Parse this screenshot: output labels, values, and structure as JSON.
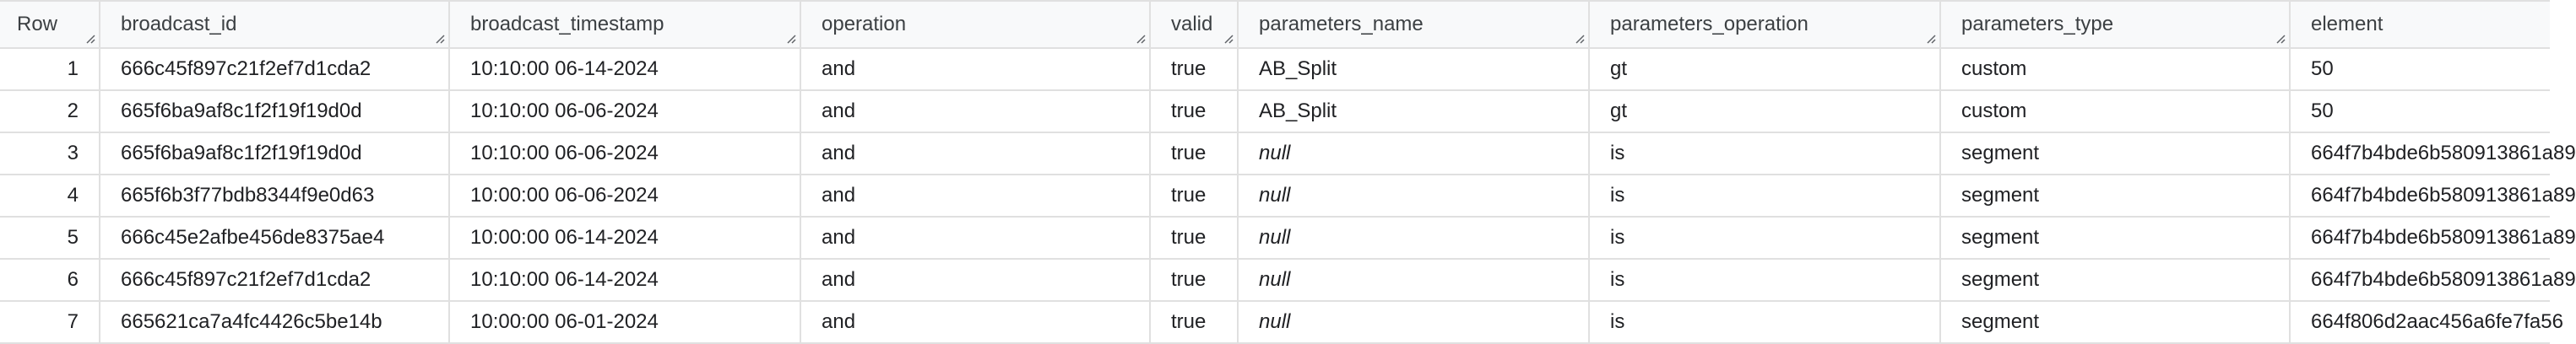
{
  "columns": [
    {
      "key": "row",
      "label": "Row"
    },
    {
      "key": "broadcast_id",
      "label": "broadcast_id"
    },
    {
      "key": "broadcast_timestamp",
      "label": "broadcast_timestamp"
    },
    {
      "key": "operation",
      "label": "operation"
    },
    {
      "key": "valid",
      "label": "valid"
    },
    {
      "key": "parameters_name",
      "label": "parameters_name"
    },
    {
      "key": "parameters_operation",
      "label": "parameters_operation"
    },
    {
      "key": "parameters_type",
      "label": "parameters_type"
    },
    {
      "key": "element",
      "label": "element"
    }
  ],
  "rows": [
    {
      "row": "1",
      "broadcast_id": "666c45f897c21f2ef7d1cda2",
      "broadcast_timestamp": "10:10:00 06-14-2024",
      "operation": "and",
      "valid": "true",
      "parameters_name": "AB_Split",
      "parameters_operation": "gt",
      "parameters_type": "custom",
      "element": "50"
    },
    {
      "row": "2",
      "broadcast_id": "665f6ba9af8c1f2f19f19d0d",
      "broadcast_timestamp": "10:10:00 06-06-2024",
      "operation": "and",
      "valid": "true",
      "parameters_name": "AB_Split",
      "parameters_operation": "gt",
      "parameters_type": "custom",
      "element": "50"
    },
    {
      "row": "3",
      "broadcast_id": "665f6ba9af8c1f2f19f19d0d",
      "broadcast_timestamp": "10:10:00 06-06-2024",
      "operation": "and",
      "valid": "true",
      "parameters_name": "null",
      "parameters_operation": "is",
      "parameters_type": "segment",
      "element": "664f7b4bde6b580913861a89"
    },
    {
      "row": "4",
      "broadcast_id": "665f6b3f77bdb8344f9e0d63",
      "broadcast_timestamp": "10:00:00 06-06-2024",
      "operation": "and",
      "valid": "true",
      "parameters_name": "null",
      "parameters_operation": "is",
      "parameters_type": "segment",
      "element": "664f7b4bde6b580913861a89"
    },
    {
      "row": "5",
      "broadcast_id": "666c45e2afbe456de8375ae4",
      "broadcast_timestamp": "10:00:00 06-14-2024",
      "operation": "and",
      "valid": "true",
      "parameters_name": "null",
      "parameters_operation": "is",
      "parameters_type": "segment",
      "element": "664f7b4bde6b580913861a89"
    },
    {
      "row": "6",
      "broadcast_id": "666c45f897c21f2ef7d1cda2",
      "broadcast_timestamp": "10:10:00 06-14-2024",
      "operation": "and",
      "valid": "true",
      "parameters_name": "null",
      "parameters_operation": "is",
      "parameters_type": "segment",
      "element": "664f7b4bde6b580913861a89"
    },
    {
      "row": "7",
      "broadcast_id": "665621ca7a4fc4426c5be14b",
      "broadcast_timestamp": "10:00:00 06-01-2024",
      "operation": "and",
      "valid": "true",
      "parameters_name": "null",
      "parameters_operation": "is",
      "parameters_type": "segment",
      "element": "664f806d2aac456a6fe7fa56"
    }
  ],
  "null_marker": "null",
  "colors": {
    "header_bg": "#f8f9fa",
    "border": "#e0e0e0",
    "null_text": "#80868b",
    "tab_indicator": "#1a73e8"
  }
}
